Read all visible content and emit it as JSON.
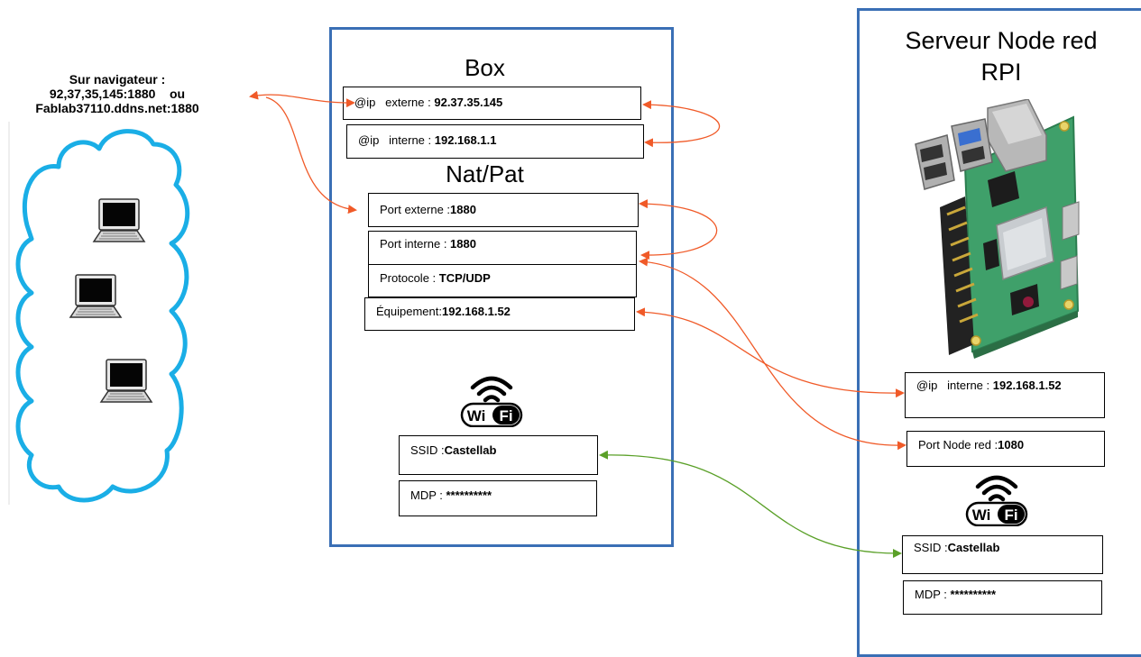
{
  "browser": {
    "line1": "Sur navigateur :",
    "line2": "92,37,35,145:1880    ou",
    "line3": "Fablab37110.ddns.net:1880"
  },
  "box_panel": {
    "title": "Box",
    "subtitle": "Nat/Pat",
    "ip_externe": {
      "label": "@ip   externe : ",
      "value": "92.37.35.145"
    },
    "ip_interne": {
      "label": "@ip   interne : ",
      "value": "192.168.1.1"
    },
    "port_externe": {
      "label": "Port externe :",
      "value": "1880"
    },
    "port_interne": {
      "label": "Port interne : ",
      "value": "1880"
    },
    "protocole": {
      "label": "Protocole : ",
      "value": "TCP/UDP"
    },
    "equipement": {
      "label": "Équipement:",
      "value": "192.168.1.52"
    },
    "ssid": {
      "label": "SSID :",
      "value": "Castellab"
    },
    "mdp": {
      "label": "MDP : ",
      "value": "**********"
    },
    "wifi_logo": {
      "left": "Wi",
      "right": "Fi"
    }
  },
  "server_panel": {
    "title_line1": "Serveur Node red",
    "title_line2": "RPI",
    "ip_interne": {
      "label": "@ip   interne : ",
      "value": "192.168.1.52"
    },
    "port_node_red": {
      "label": "Port Node red :",
      "value": "1080"
    },
    "ssid": {
      "label": "SSID :",
      "value": "Castellab"
    },
    "mdp": {
      "label": "MDP : ",
      "value": "**********"
    },
    "wifi_logo": {
      "left": "Wi",
      "right": "Fi"
    }
  },
  "colors": {
    "panel_border": "#3a6fb5",
    "cloud": "#1aaee6",
    "arrow_red": "#f05a28",
    "arrow_green": "#5aa028"
  },
  "icons": [
    "cloud-icon",
    "laptop-icon",
    "wifi-icon",
    "raspberry-pi-board"
  ]
}
